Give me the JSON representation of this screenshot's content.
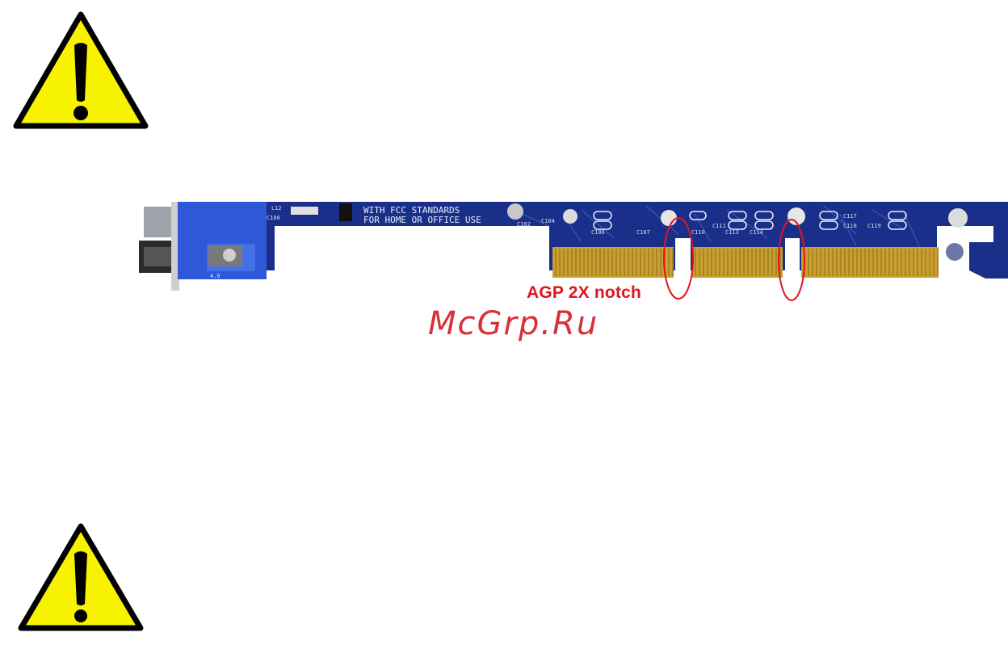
{
  "figure": {
    "board_silkscreen_lines": [
      "WITH FCC STANDARDS",
      "FOR HOME OR OFFICE  USE"
    ],
    "component_labels": [
      "L12",
      "C100",
      "C102",
      "C104",
      "C106",
      "C107",
      "C110",
      "C111",
      "C113",
      "C114",
      "C117",
      "C118",
      "C119",
      "4.0"
    ],
    "notch_label": "AGP 2X notch",
    "watermark": "McGrp.Ru"
  },
  "icons": {
    "top": "warning-icon",
    "bottom": "warning-icon"
  },
  "colors": {
    "warning_fill": "#f6f200",
    "board": "#1a2f8a",
    "gold_fingers": "#c9a030",
    "notch_annotation": "#e0141e"
  }
}
